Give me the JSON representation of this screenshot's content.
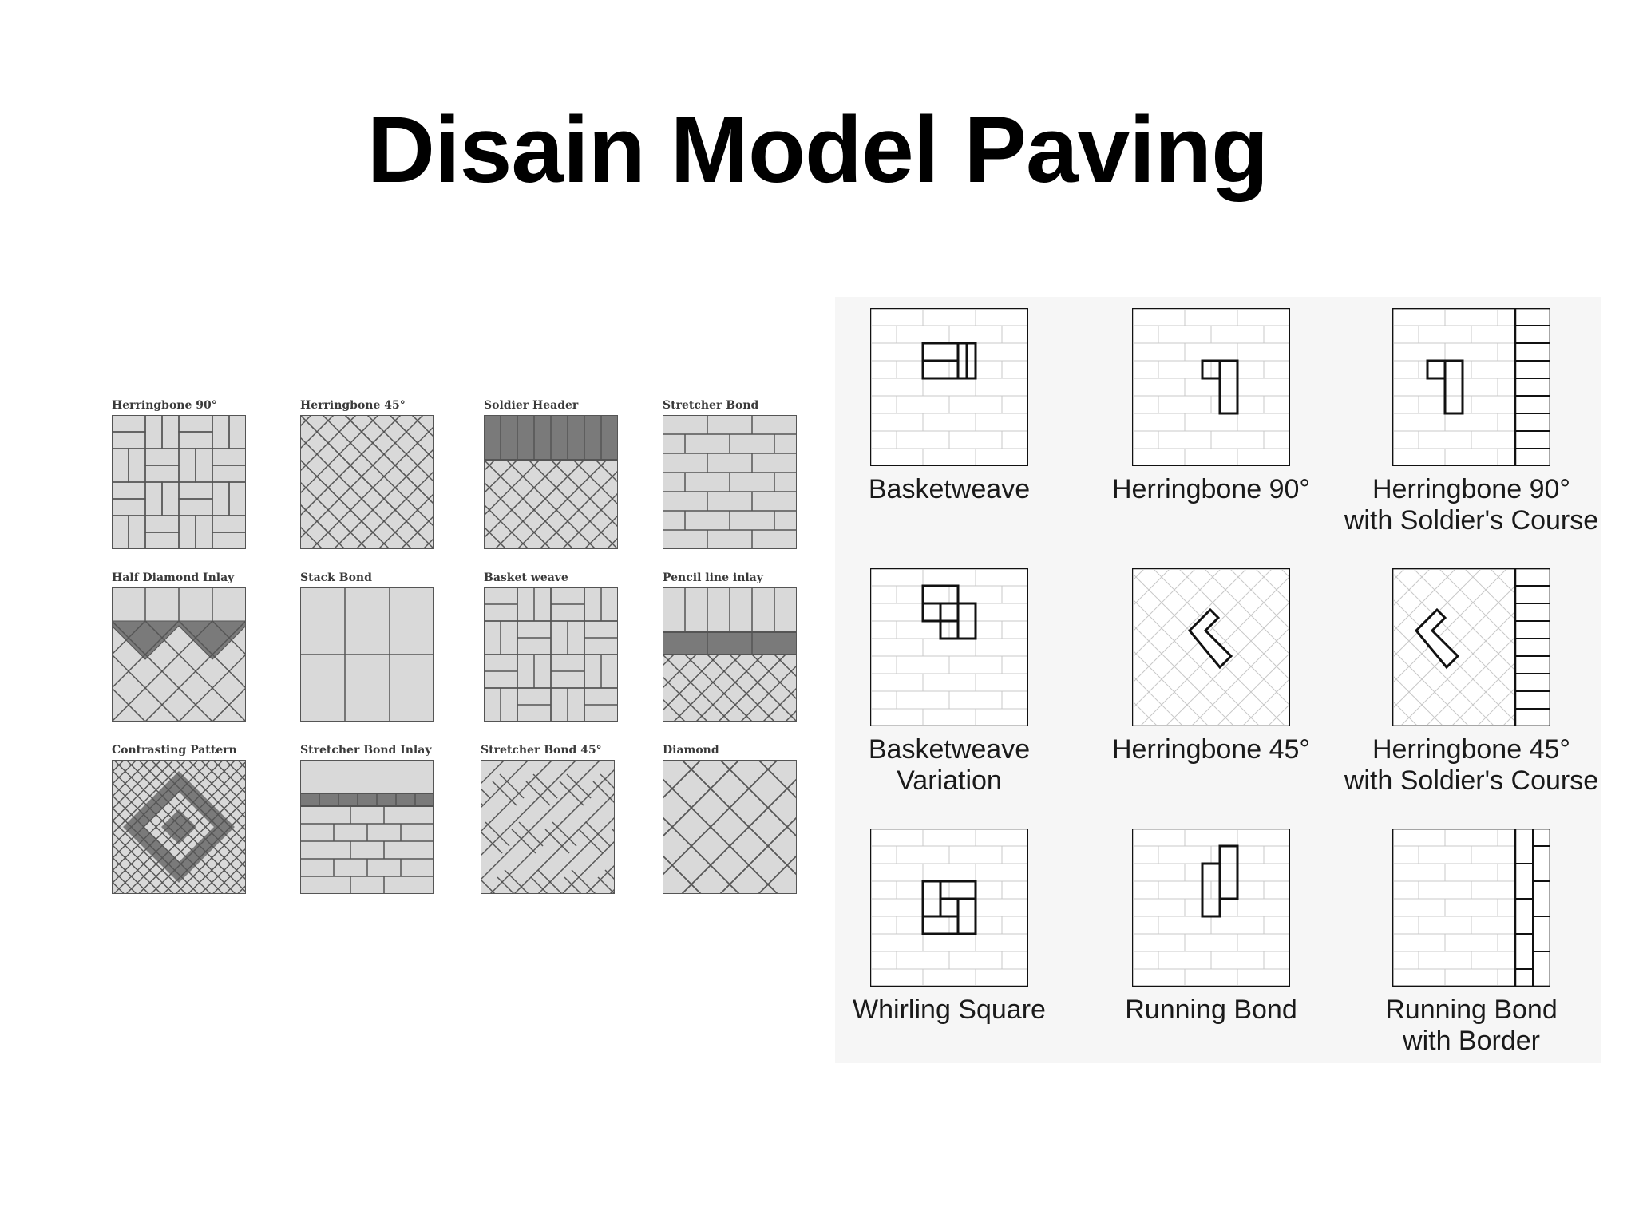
{
  "slide": {
    "title": "Disain Model Paving"
  },
  "left_panel": {
    "patterns": [
      {
        "name": "Herringbone 90°"
      },
      {
        "name": "Herringbone 45°"
      },
      {
        "name": "Soldier Header"
      },
      {
        "name": "Stretcher Bond"
      },
      {
        "name": "Half Diamond Inlay"
      },
      {
        "name": "Stack Bond"
      },
      {
        "name": "Basket weave"
      },
      {
        "name": "Pencil line inlay"
      },
      {
        "name": "Contrasting Pattern"
      },
      {
        "name": "Stretcher Bond Inlay"
      },
      {
        "name": "Stretcher Bond 45°"
      },
      {
        "name": "Diamond"
      }
    ]
  },
  "right_panel": {
    "patterns": [
      {
        "name": "Basketweave"
      },
      {
        "name": "Herringbone 90°"
      },
      {
        "name": "Herringbone 90°\nwith Soldier's Course"
      },
      {
        "name": "Basketweave\nVariation"
      },
      {
        "name": "Herringbone 45°"
      },
      {
        "name": "Herringbone 45°\nwith Soldier's Course"
      },
      {
        "name": "Whirling Square"
      },
      {
        "name": "Running Bond"
      },
      {
        "name": "Running Bond\nwith Border"
      }
    ]
  },
  "colors": {
    "paver_light": "#d9d9d9",
    "paver_dark": "#7a7a7a",
    "grout_line": "#555555"
  }
}
